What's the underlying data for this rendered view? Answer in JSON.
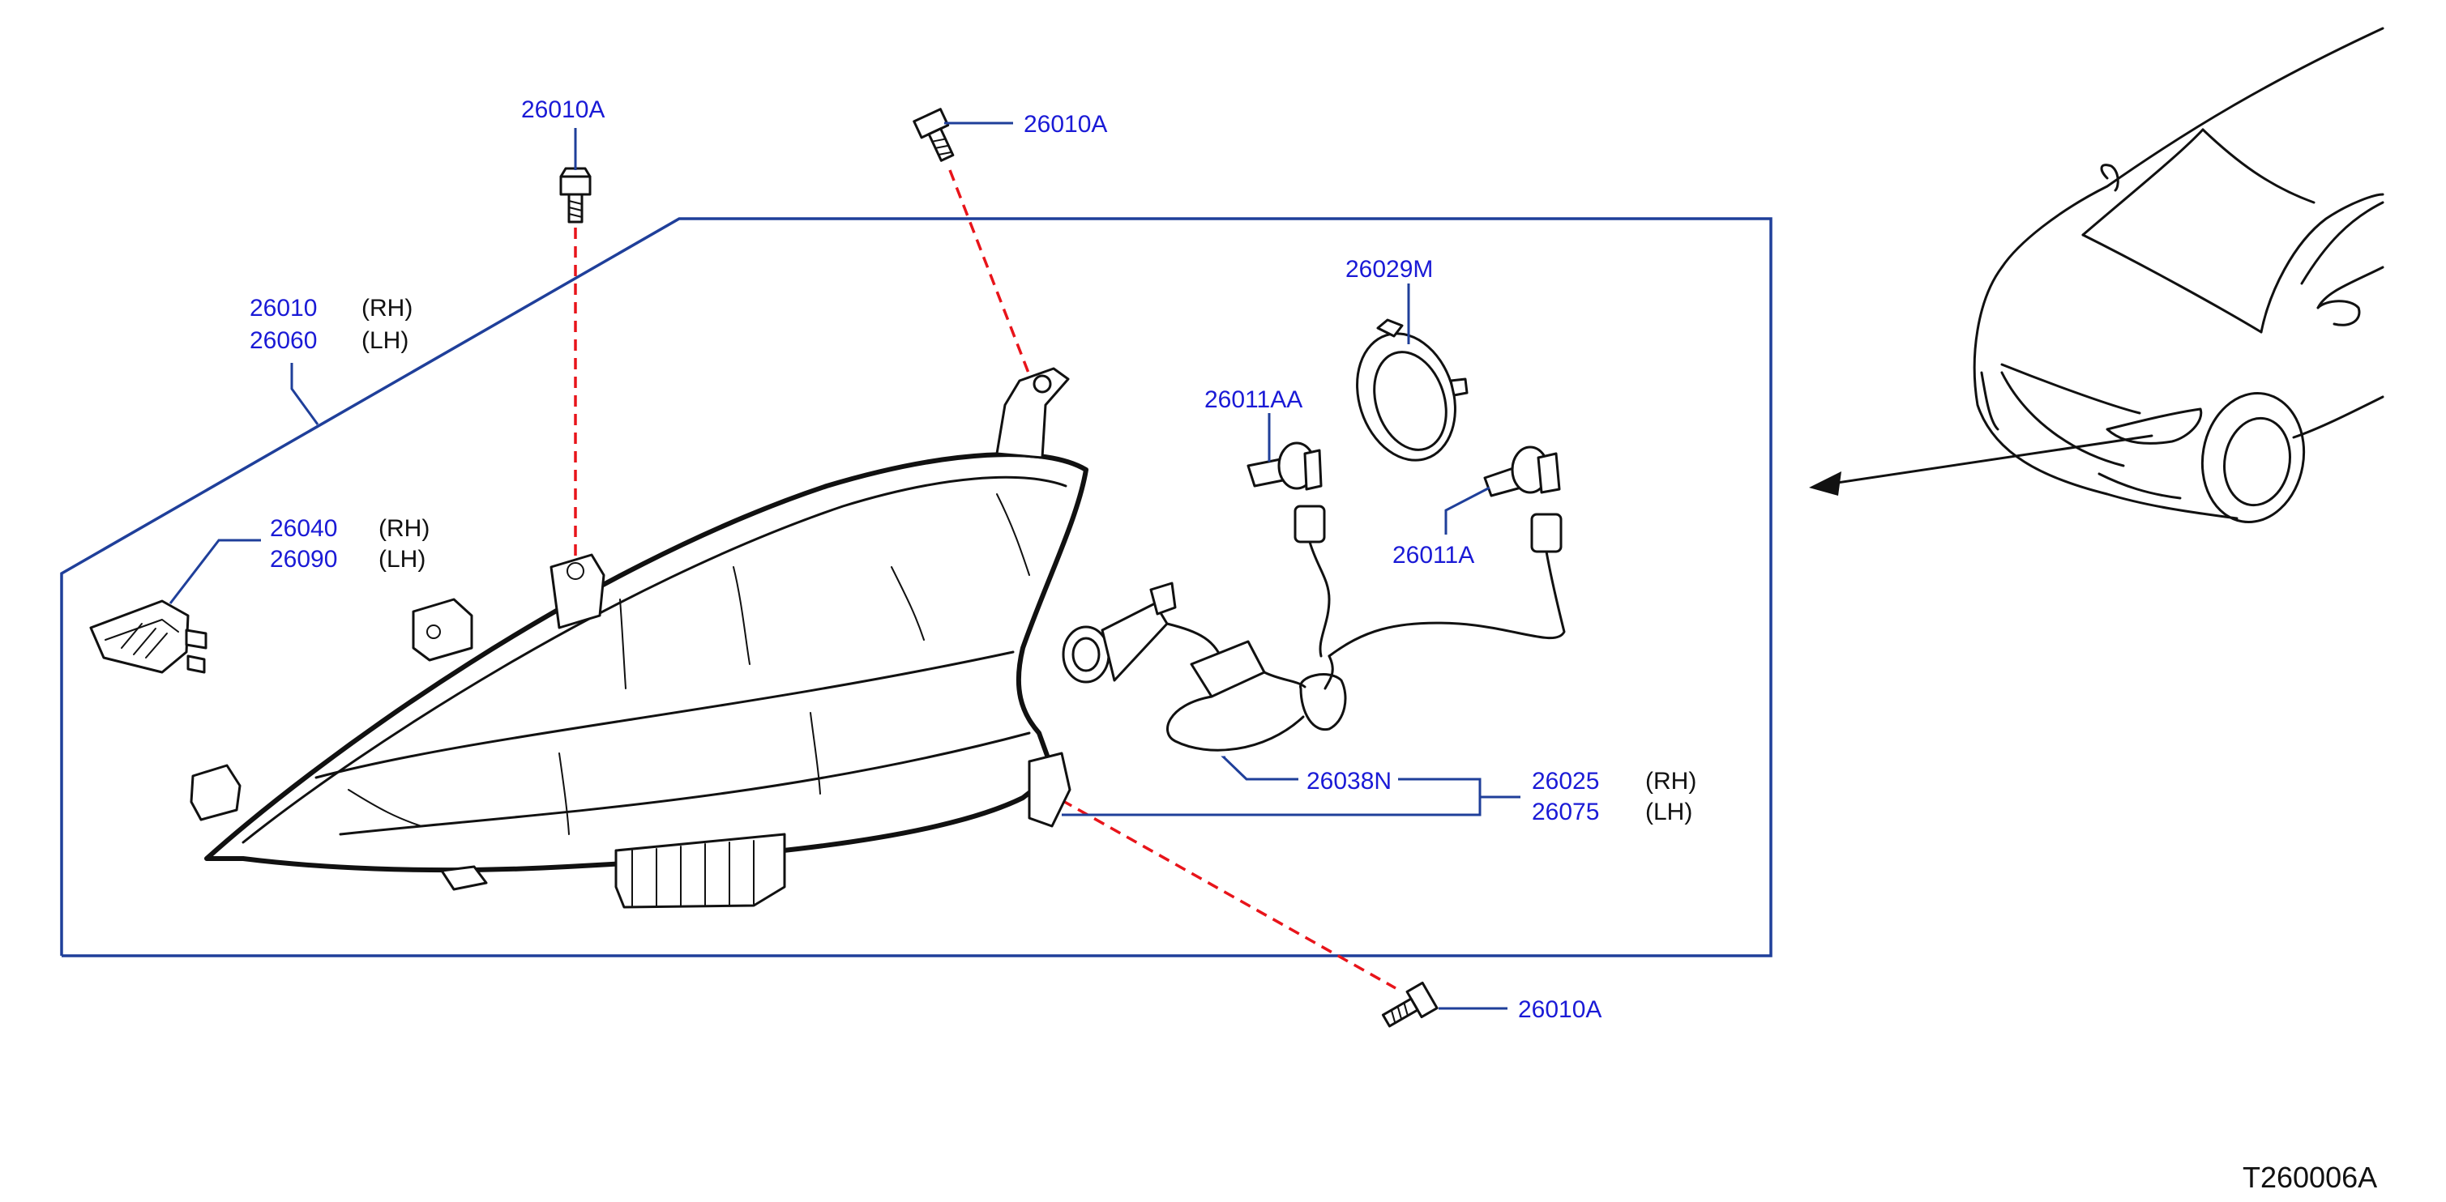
{
  "diagram": {
    "diagram_id": "T260006A",
    "colors": {
      "part_number_text": "#1a1ad6",
      "leader_lines": "#1f3f9a",
      "fastener_path_dashed": "#e8141a",
      "drawing_lines": "#111111"
    },
    "callouts": {
      "bolt_top_left": {
        "part_no": "26010A"
      },
      "bolt_top_center": {
        "part_no": "26010A"
      },
      "bolt_bottom_right": {
        "part_no": "26010A"
      },
      "headlamp_assembly": [
        {
          "part_no": "26010",
          "side": "(RH)"
        },
        {
          "part_no": "26060",
          "side": "(LH)"
        }
      ],
      "side_marker_unit": [
        {
          "part_no": "26040",
          "side": "(RH)"
        },
        {
          "part_no": "26090",
          "side": "(LH)"
        }
      ],
      "bulb_socket_cap": {
        "part_no": "26029M"
      },
      "bulb_left": {
        "part_no": "26011AA"
      },
      "bulb_right": {
        "part_no": "26011A"
      },
      "harness": {
        "part_no": "26038N"
      },
      "harness_assembly": [
        {
          "part_no": "26025",
          "side": "(RH)"
        },
        {
          "part_no": "26075",
          "side": "(LH)"
        }
      ]
    },
    "icons": [
      "bolt-icon",
      "bulb-icon",
      "socket-cap-icon",
      "harness-connector-icon",
      "vehicle-front-icon"
    ]
  }
}
